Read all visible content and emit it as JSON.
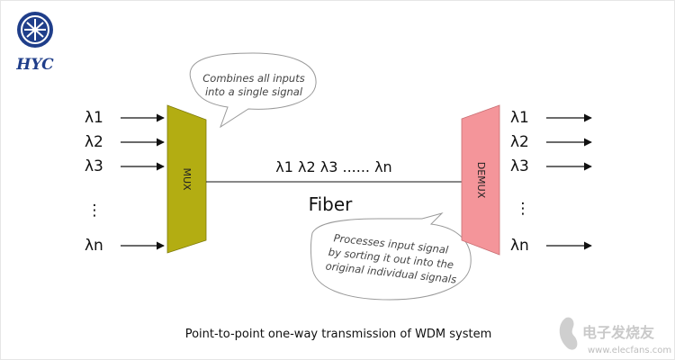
{
  "logo": {
    "text": "HYC"
  },
  "mux": {
    "label": "MUX",
    "color": "#b3ad12"
  },
  "demux": {
    "label": "DEMUX",
    "color": "#f4959a"
  },
  "inputs": [
    "λ1",
    "λ2",
    "λ3",
    "⋮",
    "λn"
  ],
  "outputs": [
    "λ1",
    "λ2",
    "λ3",
    "⋮",
    "λn"
  ],
  "fiber": {
    "wavelengths": "λ1  λ2  λ3 ...... λn",
    "label": "Fiber"
  },
  "bubbles": {
    "mux": [
      "Combines all inputs",
      "into a single signal"
    ],
    "demux": [
      "Processes input signal",
      "by sorting it out into the",
      "original individual signals"
    ]
  },
  "caption": "Point-to-point one-way transmission of WDM system",
  "watermark": {
    "text": "电子发烧友",
    "url": "www.elecfans.com"
  }
}
